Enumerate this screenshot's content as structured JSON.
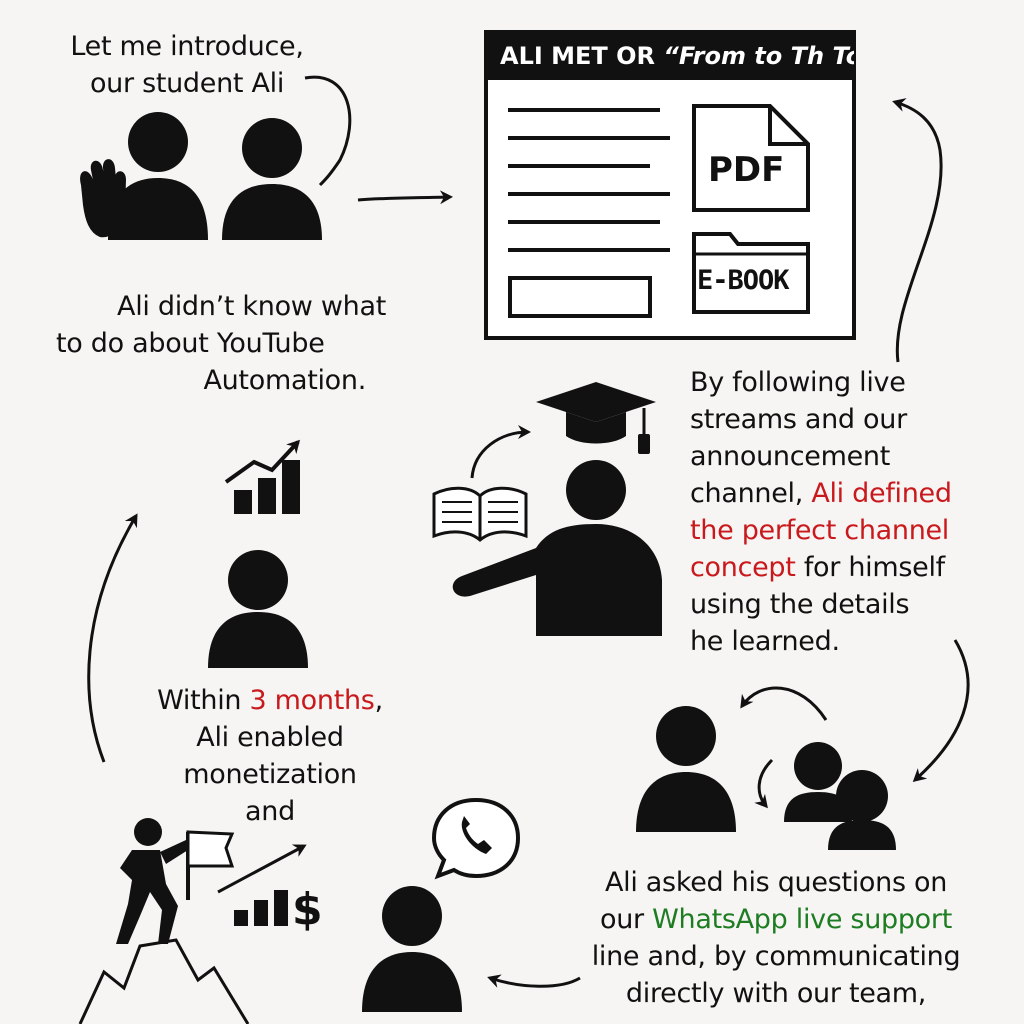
{
  "intro": {
    "line1": "Let me introduce,",
    "line2": "our student Ali"
  },
  "document": {
    "title_main": "ALI MET OR ",
    "title_italic": "“From to Th To",
    "pdf_label": "PDF",
    "ebook_label": "E-BOOK"
  },
  "problem": {
    "line1": "Ali didn’t know what",
    "line2": "to do about YouTube",
    "line3": "Automation."
  },
  "learning": {
    "line1": "By following live",
    "line2": "streams and our",
    "line3": "announcement",
    "line4_a": "channel, ",
    "line4_b": "Ali defined",
    "line5": "the perfect channel",
    "line6_a": "concept",
    "line6_b": " for himself",
    "line7": "using the details",
    "line8": "he learned."
  },
  "result": {
    "line1_a": "Within ",
    "line1_b": "3 months",
    "line1_c": ",",
    "line2": "Ali enabled",
    "line3": "monetization",
    "line4": "and"
  },
  "support": {
    "line1": "Ali asked his questions on",
    "line2_a": "our ",
    "line2_b": "WhatsApp live support",
    "line3": "line and, by communicating",
    "line4": "directly with our team,"
  },
  "icons": {
    "wave": "waving-hand-icon",
    "people": "person-icon",
    "document": "document-icon",
    "pdf": "pdf-file-icon",
    "ebook": "ebook-folder-icon",
    "grad": "graduation-cap-icon",
    "book": "open-book-icon",
    "growth": "growth-chart-icon",
    "whatsapp": "phone-chat-icon",
    "summit": "mountain-flag-icon",
    "money": "dollar-chart-icon"
  },
  "colors": {
    "accent_red": "#c9191c",
    "accent_green": "#1e7d23",
    "ink": "#111111"
  }
}
